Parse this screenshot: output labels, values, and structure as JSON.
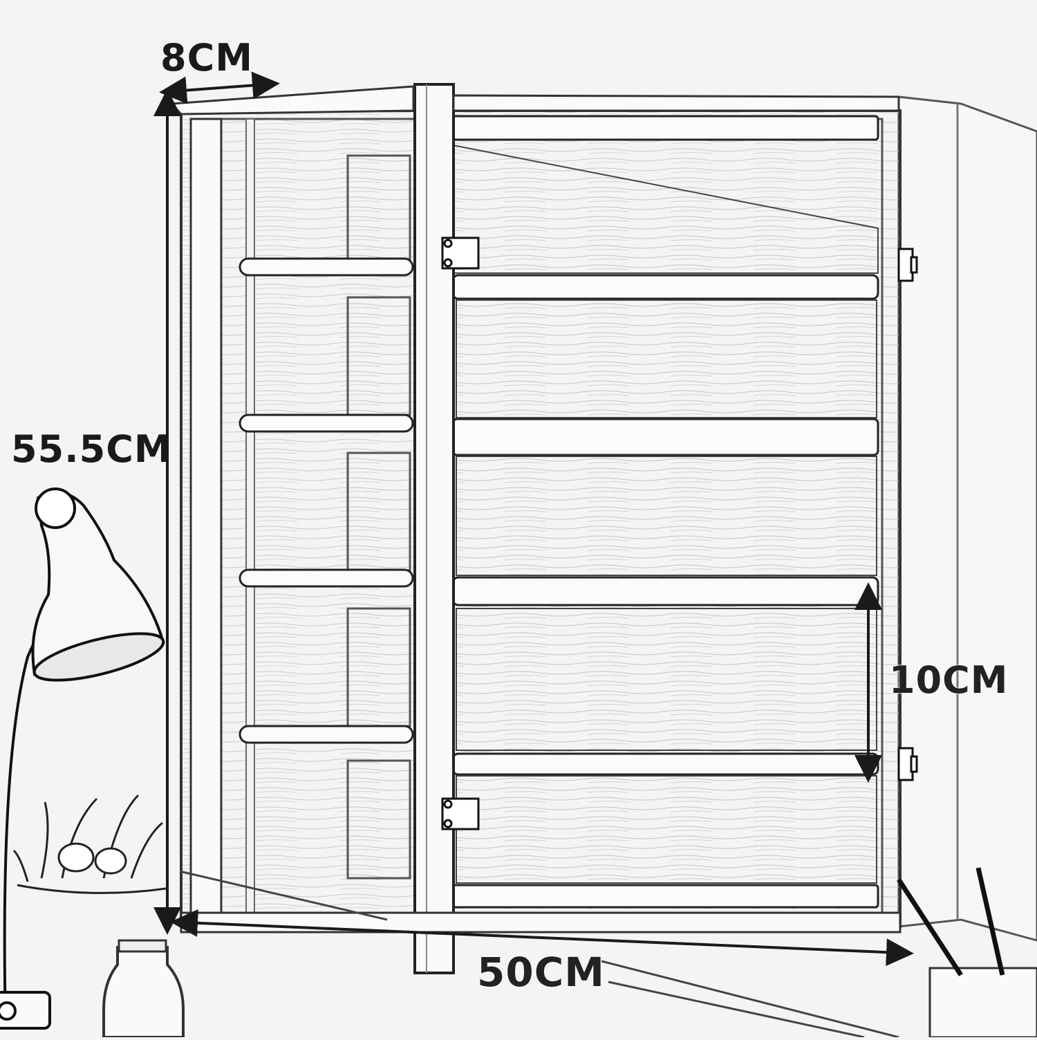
{
  "dimensions": {
    "top_width": "8CM",
    "height": "55.5CM",
    "shelf_spacing": "10CM",
    "width": "50CM"
  },
  "colors": {
    "line": "#1a1a1a",
    "paper": "#f4f4f4"
  }
}
